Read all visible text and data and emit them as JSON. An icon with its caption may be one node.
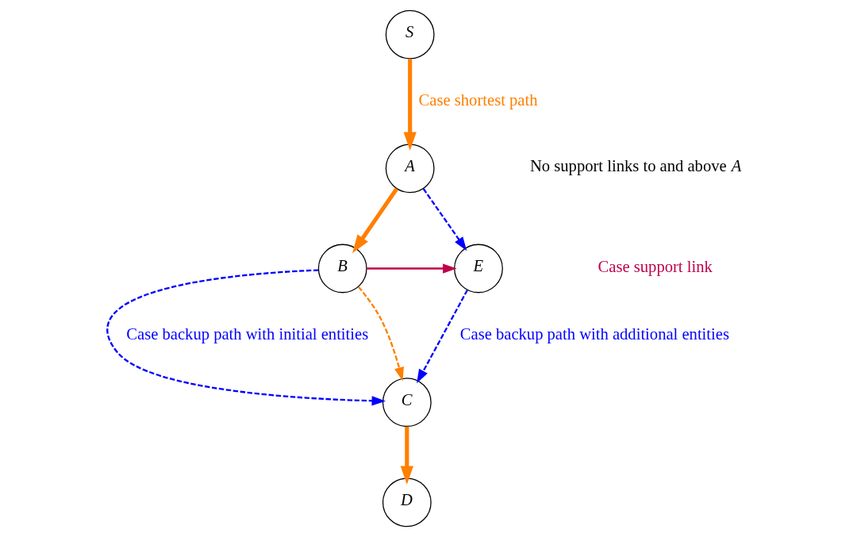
{
  "diagram": {
    "nodes": [
      {
        "text": [
          "S"
        ]
      },
      {
        "text": [
          "A"
        ]
      },
      {
        "text": [
          "B"
        ]
      },
      {
        "text": [
          "E"
        ]
      },
      {
        "text": [
          "C"
        ]
      },
      {
        "text": [
          "D"
        ]
      }
    ],
    "edges": [
      {
        "from": 0,
        "to": 1,
        "arrow": "to",
        "label": "Case shortest path",
        "style": "thick",
        "color": "#ff7f00"
      },
      {
        "from": 1,
        "to": 2,
        "arrow": "to",
        "style": "thick",
        "color": "#ff7f00"
      },
      {
        "from": 1,
        "to": 3,
        "arrow": "to",
        "style": "dashed",
        "color": "#0000ff"
      },
      {
        "from": 2,
        "to": 3,
        "arrow": "to",
        "color": "#c0004a"
      },
      {
        "from": 2,
        "to": 4,
        "arrow": "to",
        "label": "Case backup path with initial entities",
        "style": "dashed",
        "color": "#0000ff"
      },
      {
        "from": 2,
        "to": 4,
        "arrow": "to",
        "style": "dashed",
        "color": "#ff7f00"
      },
      {
        "from": 3,
        "to": 4,
        "arrow": "to",
        "label": "Case backup path with additional entities",
        "style": "dashed",
        "color": "#0000ff"
      },
      {
        "from": 4,
        "to": 5,
        "arrow": "to",
        "style": "thick",
        "color": "#ff7f00"
      }
    ],
    "labels": [
      "No support links to and above *A*",
      "Case support link"
    ]
  }
}
